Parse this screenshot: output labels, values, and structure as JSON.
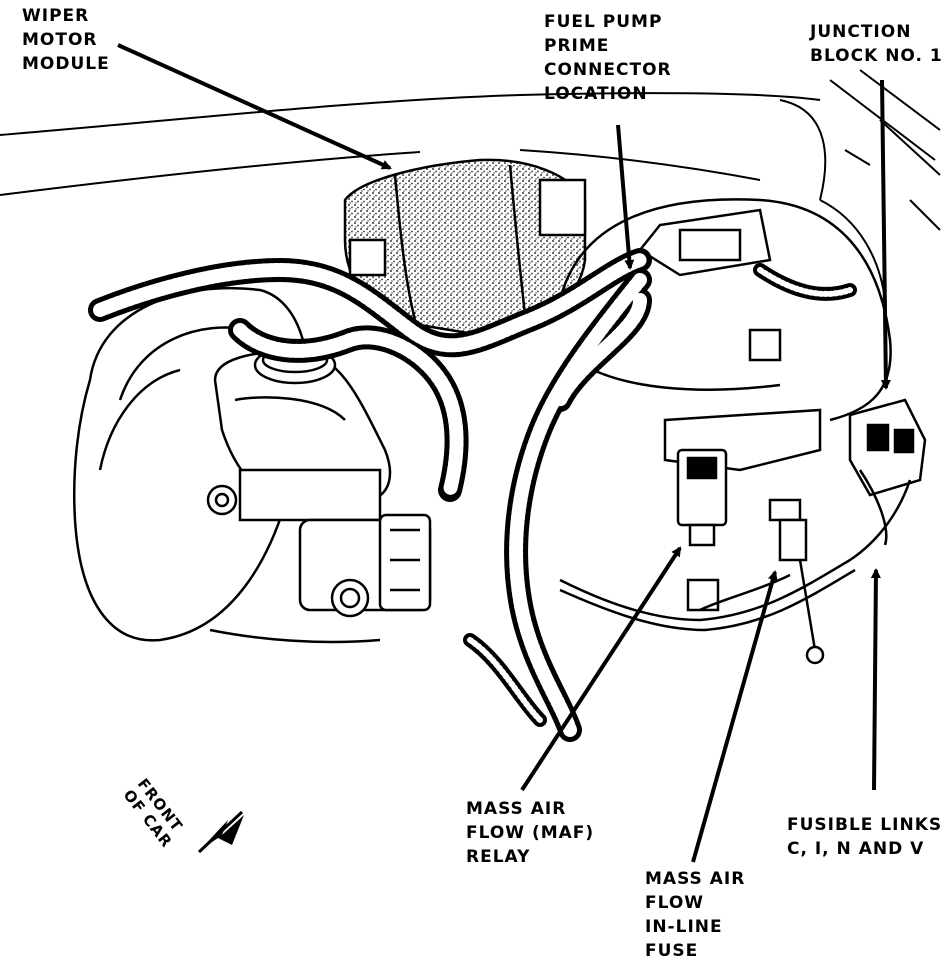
{
  "diagram": {
    "labels": {
      "wiper_motor_module": [
        "WIPER",
        "MOTOR",
        "MODULE"
      ],
      "fuel_pump_prime_connector": [
        "FUEL PUMP",
        "PRIME",
        "CONNECTOR",
        "LOCATION"
      ],
      "junction_block": [
        "JUNCTION",
        "BLOCK NO. 1"
      ],
      "maf_relay": [
        "MASS AIR",
        "FLOW (MAF)",
        "RELAY"
      ],
      "maf_inline_fuse": [
        "MASS AIR",
        "FLOW",
        "IN-LINE",
        "FUSE"
      ],
      "fusible_links": [
        "FUSIBLE LINKS",
        "C, I, N AND V"
      ],
      "front_of_car": [
        "FRONT",
        "OF CAR"
      ]
    },
    "colors": {
      "ink": "#000000",
      "paper": "#ffffff",
      "stipple": "#3a3a3a"
    }
  }
}
